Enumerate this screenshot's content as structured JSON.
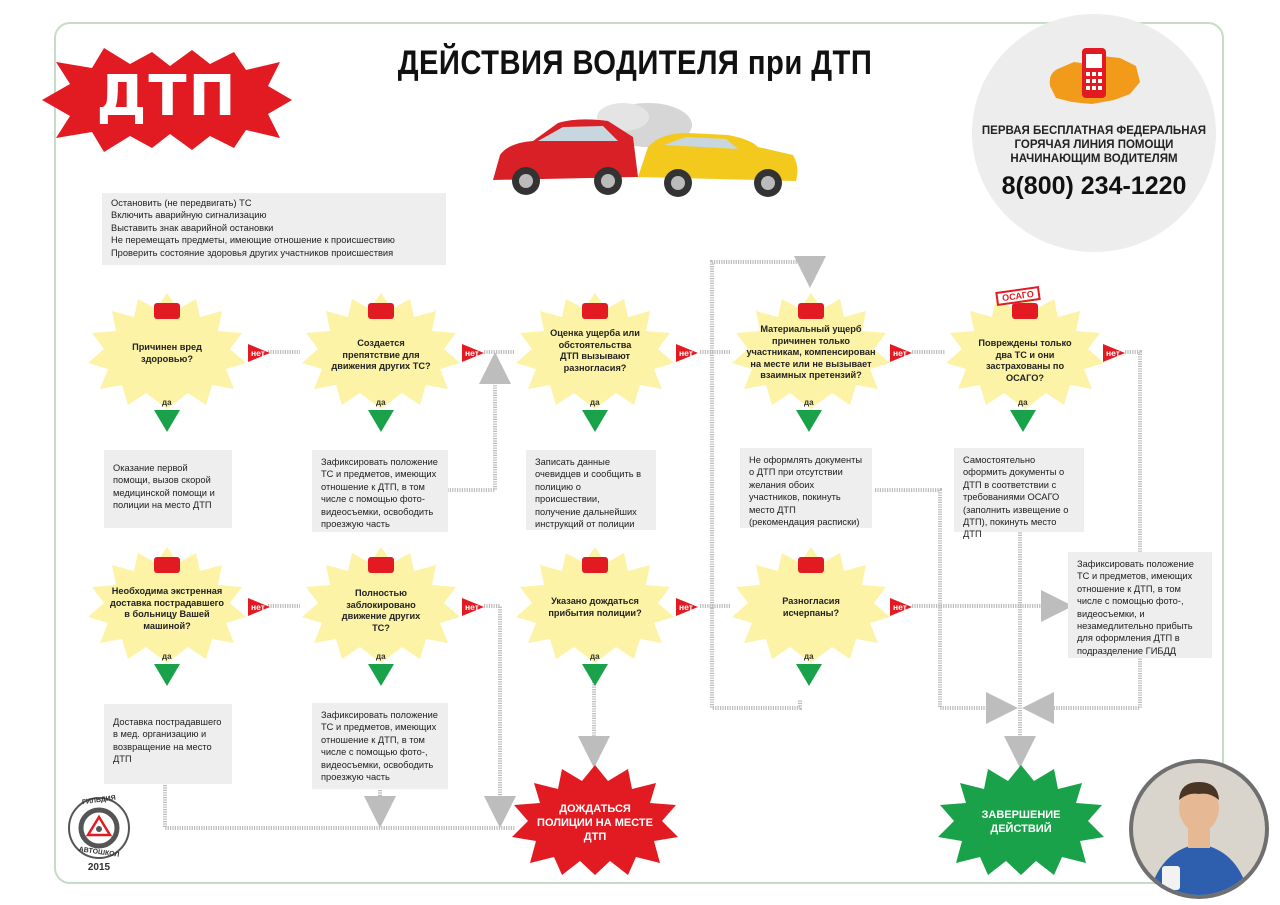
{
  "title": "ДЕЙСТВИЯ ВОДИТЕЛЯ при ДТП",
  "badge": "ДТП",
  "hotline": {
    "text": "ПЕРВАЯ БЕСПЛАТНАЯ ФЕДЕРАЛЬНАЯ ГОРЯЧАЯ ЛИНИЯ ПОМОЩИ НАЧИНАЮЩИМ ВОДИТЕЛЯМ",
    "phone": "8(800) 234-1220"
  },
  "first_steps": [
    "Остановить (не передвигать) ТС",
    "Включить аварийную сигнализацию",
    "Выставить знак аварийной остановки",
    "Не перемещать предметы, имеющие отношение к происшествию",
    "Проверить состояние здоровья других участников происшествия"
  ],
  "labels": {
    "no": "нет",
    "yes": "да"
  },
  "questions": {
    "q1": "Причинен вред здоровью?",
    "q2": "Создается препятствие для движения других ТС?",
    "q3": "Оценка ущерба или обстоятельства ДТП вызывают разногласия?",
    "q4": "Материальный ущерб причинен только участникам, компенсирован на месте или не вызывает взаимных претензий?",
    "q5": "Повреждены только два ТС и они застрахованы по ОСАГО?",
    "q6": "Необходима экстренная доставка пострадавшего в больницу Вашей машиной?",
    "q7": "Полностью заблокировано движение других ТС?",
    "q8": "Указано дождаться прибытия полиции?",
    "q9": "Разногласия исчерпаны?"
  },
  "actions": {
    "a1": "Оказание первой помощи, вызов скорой медицинской помощи и полиции на место ДТП",
    "a2": "Зафиксировать положение ТС и предметов, имеющих отношение к ДТП, в том числе с помощью фото-видеосъемки, освободить проезжую часть",
    "a3": "Записать данные очевидцев и сообщить в полицию о происшествии, получение дальнейших инструкций от полиции",
    "a4": "Не оформлять документы о ДТП при отсутствии желания обоих участников, покинуть место ДТП (рекомендация расписки)",
    "a5": "Самостоятельно оформить документы о ДТП в соответствии с требованиями ОСАГО (заполнить извещение о ДТП), покинуть место ДТП",
    "a6": "Доставка пострадавшего в мед. организацию и возвращение на место ДТП",
    "a7": "Зафиксировать положение ТС и предметов, имеющих отношение к ДТП, в том числе с помощью фото-, видеосъемки, освободить проезжую часть",
    "a8": "Зафиксировать положение ТС и предметов, имеющих отношение к ДТП, в том числе с помощью фото-, видеосъемки, и незамедлительно прибыть для оформления ДТП в подразделение ГИБДД"
  },
  "ends": {
    "wait": "ДОЖДАТЬСЯ ПОЛИЦИИ НА МЕСТЕ ДТП",
    "finish": "ЗАВЕРШЕНИЕ ДЕЙСТВИЙ"
  },
  "osago_sign": "ОСАГО",
  "guild": {
    "top": "ГИЛЬДИЯ",
    "bottom": "АВТОШКОЛ"
  },
  "year": "2015",
  "colors": {
    "red": "#e21b23",
    "yellow": "#fcf3a6",
    "green": "#1aa24b",
    "gray": "#eeeeee",
    "arrow": "#bdbdbd"
  }
}
